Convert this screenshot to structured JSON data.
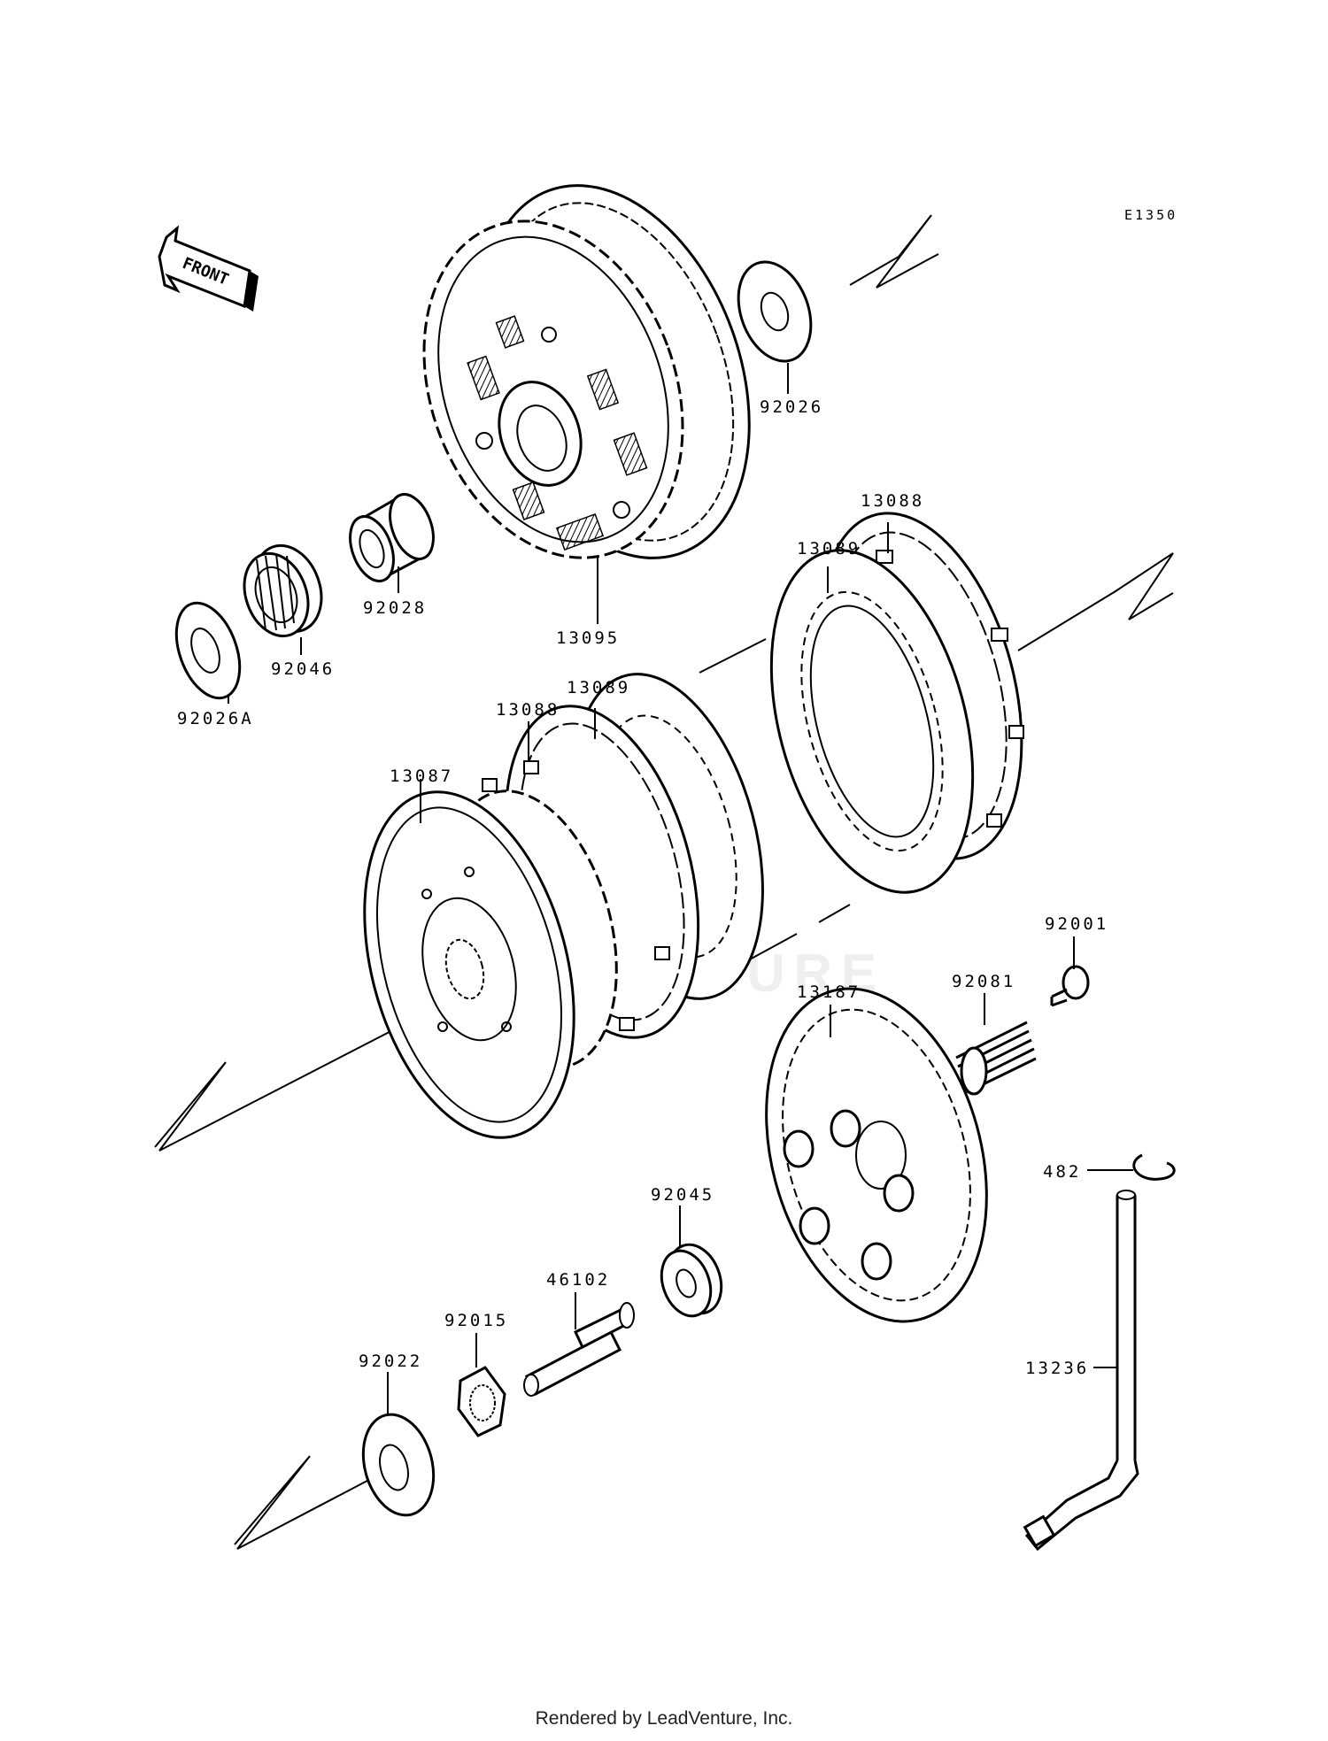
{
  "diagram_code": "E1350",
  "direction_label": "FRONT",
  "watermark": "LEADVENTURE",
  "footer": "Rendered by LeadVenture, Inc.",
  "parts": [
    {
      "id": "p92026",
      "number": "92026"
    },
    {
      "id": "p13095",
      "number": "13095"
    },
    {
      "id": "p92028",
      "number": "92028"
    },
    {
      "id": "p92046",
      "number": "92046"
    },
    {
      "id": "p92026A",
      "number": "92026A"
    },
    {
      "id": "p13088a",
      "number": "13088"
    },
    {
      "id": "p13089a",
      "number": "13089"
    },
    {
      "id": "p13089b",
      "number": "13089"
    },
    {
      "id": "p13088b",
      "number": "13088"
    },
    {
      "id": "p13087",
      "number": "13087"
    },
    {
      "id": "p92001",
      "number": "92001"
    },
    {
      "id": "p92081",
      "number": "92081"
    },
    {
      "id": "p13187",
      "number": "13187"
    },
    {
      "id": "p482",
      "number": "482"
    },
    {
      "id": "p92045",
      "number": "92045"
    },
    {
      "id": "p46102",
      "number": "46102"
    },
    {
      "id": "p92015",
      "number": "92015"
    },
    {
      "id": "p92022",
      "number": "92022"
    },
    {
      "id": "p13236",
      "number": "13236"
    }
  ]
}
